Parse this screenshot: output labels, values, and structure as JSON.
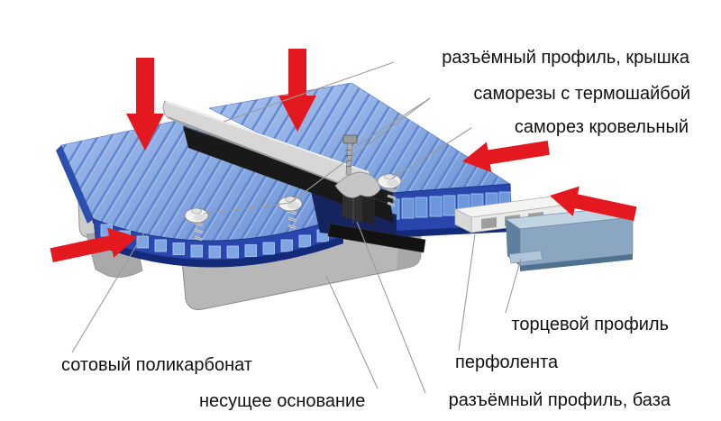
{
  "diagram": {
    "labels": {
      "cap_profile": "разъёмный профиль, крышка",
      "screws_thermo": "саморезы с термошайбой",
      "roof_screw": "саморез кровельный",
      "end_profile": "торцевой профиль",
      "perfo_tape": "перфолента",
      "polycarbonate": "сотовый поликарбонат",
      "base_support": "несущее основание",
      "base_profile": "разъёмный профиль, база"
    },
    "colors": {
      "arrow_red": "#e3191f",
      "sheet_front_blue": "#2846ac",
      "sheet_top_blue": "#7fa3de",
      "sheet_edge_navy": "#13297a",
      "base_gray": "#b7b7b7",
      "cap_gray": "#d7d7d7",
      "profile_black": "#1a1a1a",
      "end_profile_steelblue": "#8aa6c0",
      "tape_white": "#f2f2f0",
      "leader_gray": "#9b9b9b"
    }
  }
}
